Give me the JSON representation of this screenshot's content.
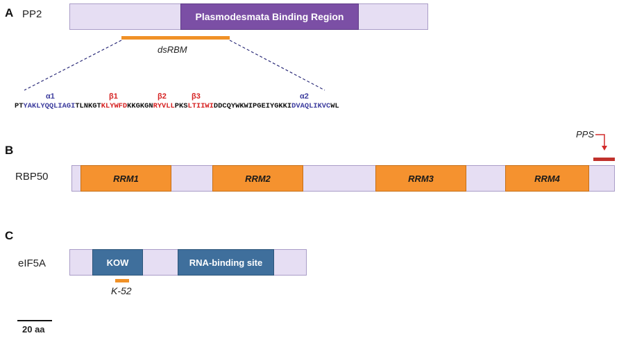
{
  "panels": {
    "a": {
      "letter": "A",
      "protein": "PP2",
      "region_label": "Plasmodesmata Binding Region",
      "motif_label": "dsRBM",
      "sequence": [
        {
          "text": "PT",
          "color": "black"
        },
        {
          "text": "YAKLYQQLIAGI",
          "color": "blue"
        },
        {
          "text": "TLNKGT",
          "color": "black"
        },
        {
          "text": "KLYWFD",
          "color": "red"
        },
        {
          "text": "KKGKGN",
          "color": "black"
        },
        {
          "text": "RYVLL",
          "color": "red"
        },
        {
          "text": "PKS",
          "color": "black"
        },
        {
          "text": "LTIIWI",
          "color": "red"
        },
        {
          "text": "DDCQYWKWIPGEIYGKKI",
          "color": "black"
        },
        {
          "text": "DVAQLIKVC",
          "color": "blue"
        },
        {
          "text": "WL",
          "color": "black"
        }
      ],
      "ss_labels": {
        "alpha1": "α1",
        "beta1": "β1",
        "beta2": "β2",
        "beta3": "β3",
        "alpha2": "α2"
      }
    },
    "b": {
      "letter": "B",
      "protein": "RBP50",
      "domains": [
        "RRM1",
        "RRM2",
        "RRM3",
        "RRM4"
      ],
      "pps_label": "PPS"
    },
    "c": {
      "letter": "C",
      "protein": "eIF5A",
      "domain1": "KOW",
      "domain2": "RNA-binding site",
      "site_label": "K-52"
    }
  },
  "scale_bar": "20 aa",
  "colors": {
    "backbone": "#e6def3",
    "region": "#7b4fa5",
    "rrm": "#f5922f",
    "blue_domain": "#3f6f9c",
    "orange_marker": "#f09127",
    "red_marker": "#c0312c",
    "dashed": "#2d2d7a"
  }
}
